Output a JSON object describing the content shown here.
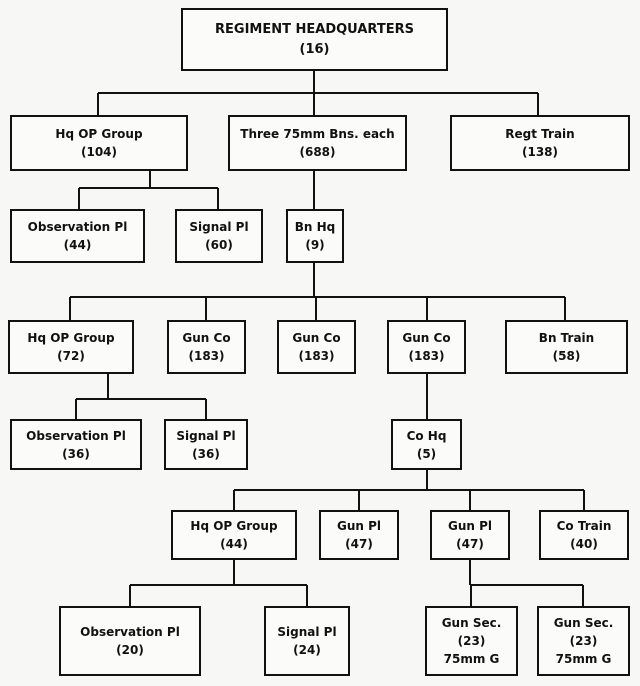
{
  "nodes": {
    "regiment_hq": {
      "name": "REGIMENT HEADQUARTERS",
      "count": "(16)"
    },
    "hq_op_group_reg": {
      "name": "Hq OP Group",
      "count": "(104)"
    },
    "three_bns": {
      "name": "Three 75mm Bns. each",
      "count": "(688)"
    },
    "regt_train": {
      "name": "Regt Train",
      "count": "(138)"
    },
    "obs_pl_reg": {
      "name": "Observation Pl",
      "count": "(44)"
    },
    "signal_pl_reg": {
      "name": "Signal Pl",
      "count": "(60)"
    },
    "bn_hq": {
      "name": "Bn Hq",
      "count": "(9)"
    },
    "hq_op_group_bn": {
      "name": "Hq OP Group",
      "count": "(72)"
    },
    "gun_co_1": {
      "name": "Gun Co",
      "count": "(183)"
    },
    "gun_co_2": {
      "name": "Gun Co",
      "count": "(183)"
    },
    "gun_co_3": {
      "name": "Gun Co",
      "count": "(183)"
    },
    "bn_train": {
      "name": "Bn Train",
      "count": "(58)"
    },
    "obs_pl_bn": {
      "name": "Observation Pl",
      "count": "(36)"
    },
    "signal_pl_bn": {
      "name": "Signal Pl",
      "count": "(36)"
    },
    "co_hq": {
      "name": "Co Hq",
      "count": "(5)"
    },
    "hq_op_group_co": {
      "name": "Hq OP Group",
      "count": "(44)"
    },
    "gun_pl_1": {
      "name": "Gun Pl",
      "count": "(47)"
    },
    "gun_pl_2": {
      "name": "Gun Pl",
      "count": "(47)"
    },
    "co_train": {
      "name": "Co Train",
      "count": "(40)"
    },
    "obs_pl_co": {
      "name": "Observation Pl",
      "count": "(20)"
    },
    "signal_pl_co": {
      "name": "Signal Pl",
      "count": "(24)"
    },
    "gun_sec_1": {
      "name": "Gun Sec.",
      "count": "(23)",
      "weapon": "75mm G"
    },
    "gun_sec_2": {
      "name": "Gun Sec.",
      "count": "(23)",
      "weapon": "75mm G"
    }
  }
}
